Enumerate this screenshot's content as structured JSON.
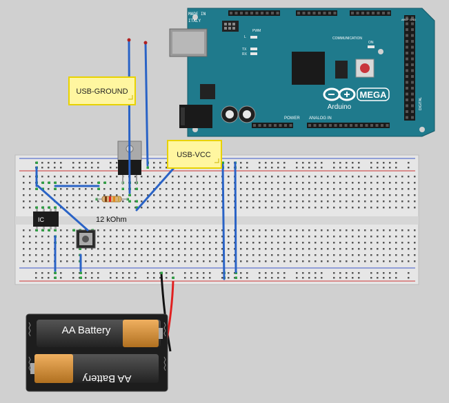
{
  "arduino": {
    "made_in": "MADE IN",
    "italy": "ITALY",
    "pwm": "PWM",
    "communication": "COMMUNICATION",
    "tx": "TX",
    "rx": "RX",
    "l": "L",
    "on": "ON",
    "brand": "Arduino",
    "model": "MEGA",
    "power": "POWER",
    "analog_in": "ANALOG IN",
    "digital": "DIGITAL",
    "aref": "AREF",
    "gnd": "GND"
  },
  "callouts": {
    "usb_ground": "USB-GROUND",
    "usb_vcc": "USB-VCC"
  },
  "components": {
    "ic_label": "IC",
    "resistor_label": "12 kOhm"
  },
  "battery": {
    "top_label": "AA Battery",
    "bottom_label": "AA Battery"
  },
  "colors": {
    "arduino_board": "#1f7a8c",
    "breadboard": "#e6e6e6",
    "wire_blue": "#2a63c6",
    "wire_red": "#e02020",
    "callout_bg": "#fff6a0",
    "callout_border": "#e8d200"
  }
}
